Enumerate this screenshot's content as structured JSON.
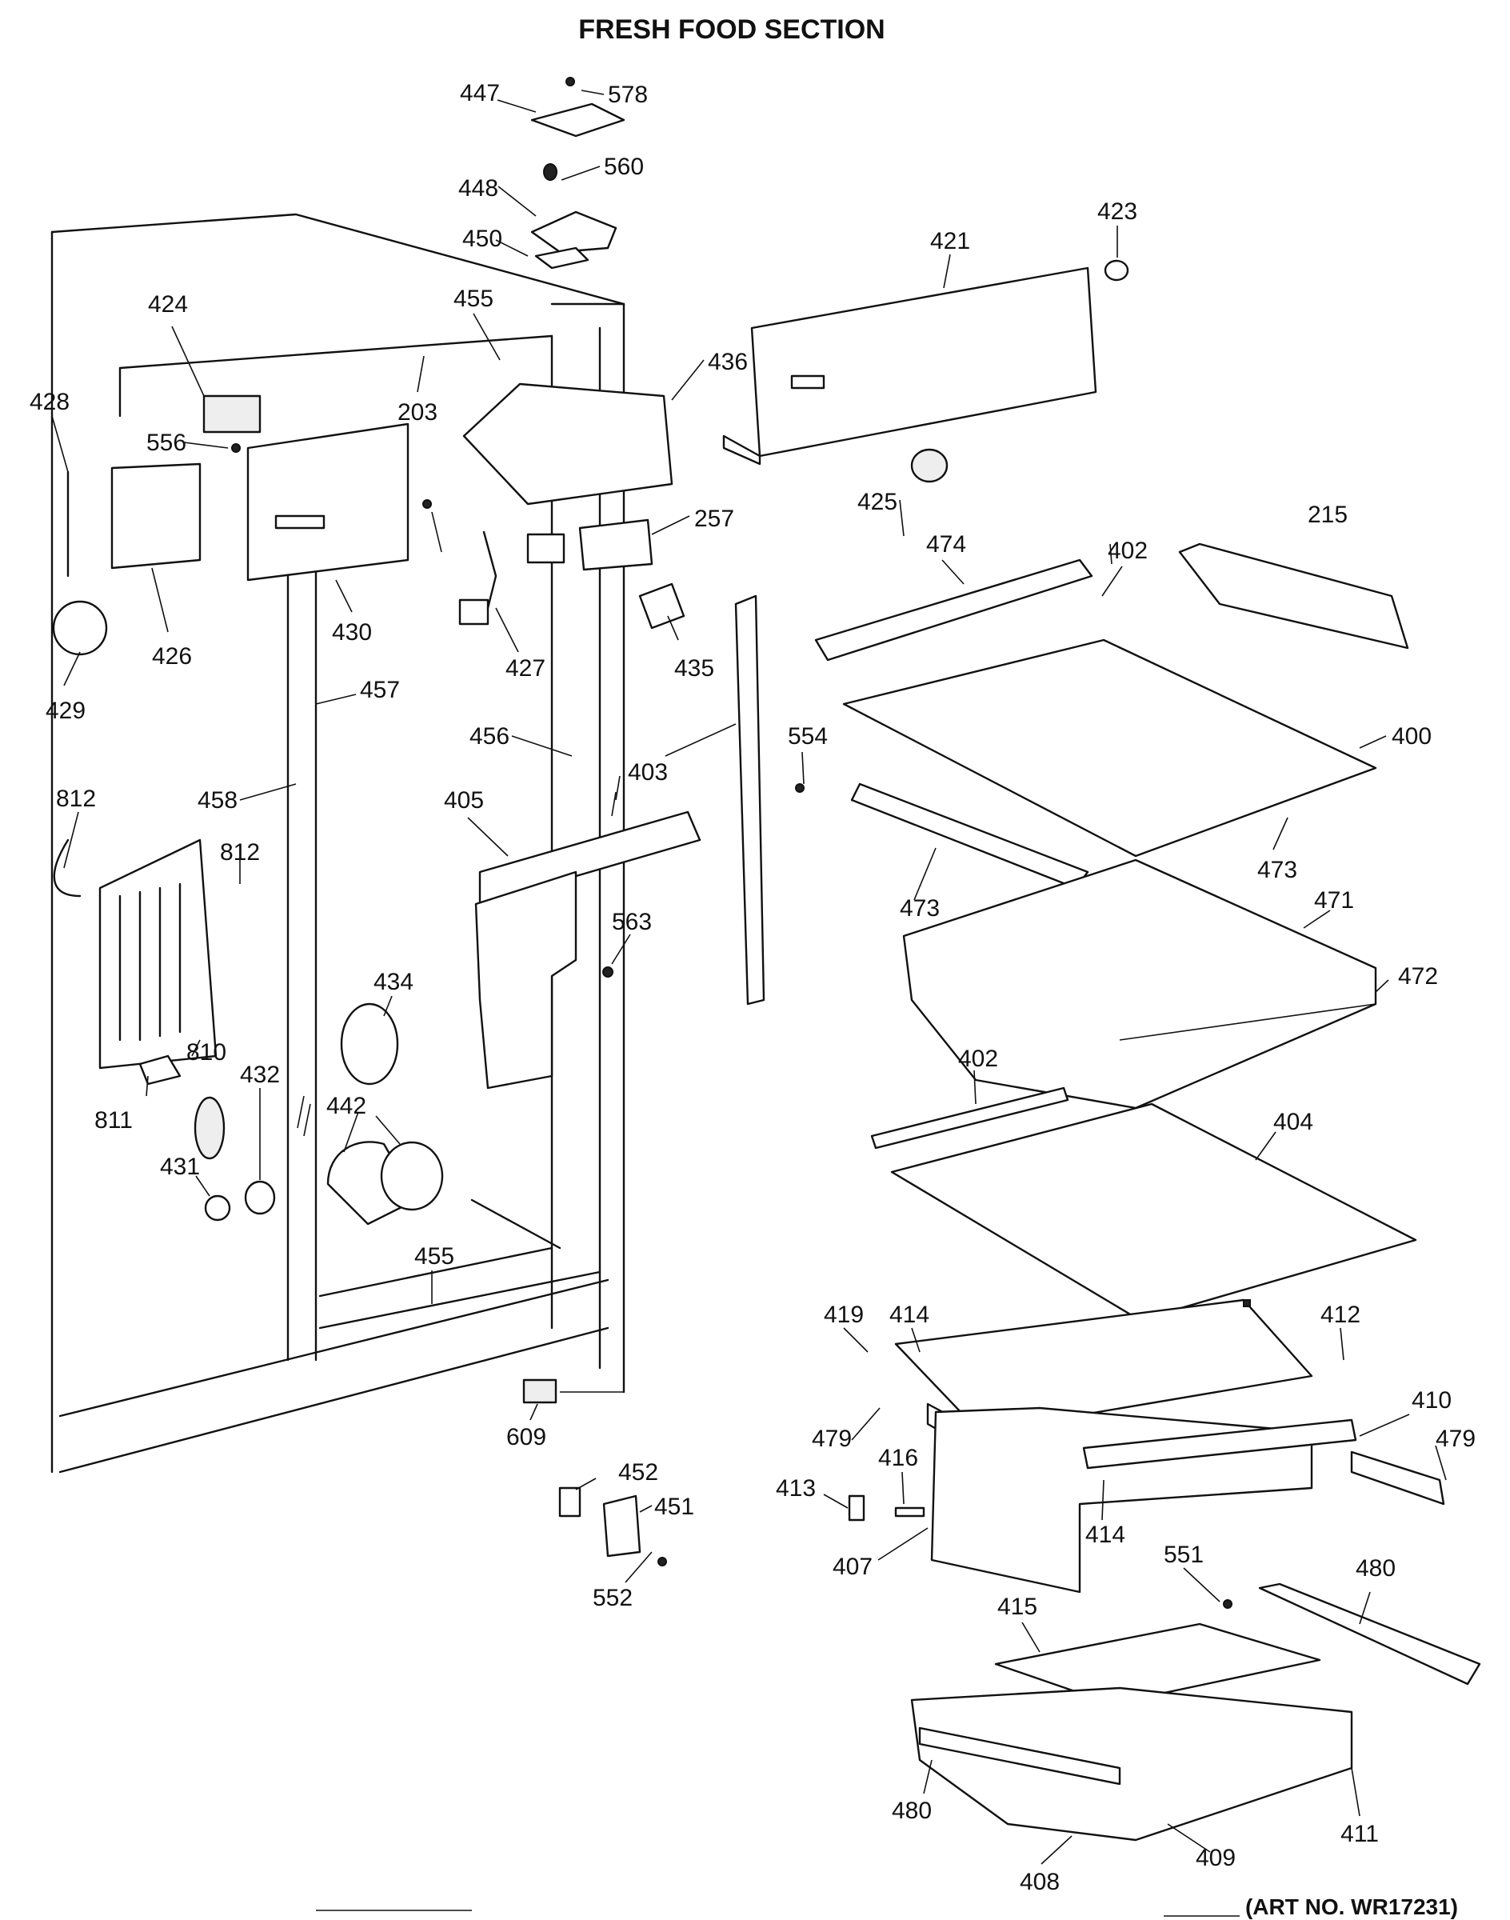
{
  "diagram": {
    "title": "FRESH FOOD SECTION",
    "art_number": "(ART NO. WR17231)",
    "parts": {
      "p203": "203",
      "p215": "215",
      "p257": "257",
      "p400": "400",
      "p402a": "402",
      "p402b": "402",
      "p403": "403",
      "p404": "404",
      "p405": "405",
      "p407": "407",
      "p408": "408",
      "p409": "409",
      "p410": "410",
      "p411": "411",
      "p412": "412",
      "p413": "413",
      "p414a": "414",
      "p414b": "414",
      "p415": "415",
      "p416": "416",
      "p419": "419",
      "p421": "421",
      "p423": "423",
      "p424": "424",
      "p425": "425",
      "p426": "426",
      "p427": "427",
      "p428": "428",
      "p429": "429",
      "p430": "430",
      "p431": "431",
      "p432": "432",
      "p434": "434",
      "p435": "435",
      "p436": "436",
      "p442": "442",
      "p447": "447",
      "p448": "448",
      "p450": "450",
      "p451": "451",
      "p452": "452",
      "p455a": "455",
      "p455b": "455",
      "p456": "456",
      "p457": "457",
      "p458": "458",
      "p471": "471",
      "p472": "472",
      "p473a": "473",
      "p473b": "473",
      "p474": "474",
      "p479a": "479",
      "p479b": "479",
      "p480a": "480",
      "p480b": "480",
      "p551": "551",
      "p552": "552",
      "p554": "554",
      "p556": "556",
      "p560": "560",
      "p563": "563",
      "p578": "578",
      "p609": "609",
      "p810": "810",
      "p811": "811",
      "p812a": "812",
      "p812b": "812"
    }
  }
}
